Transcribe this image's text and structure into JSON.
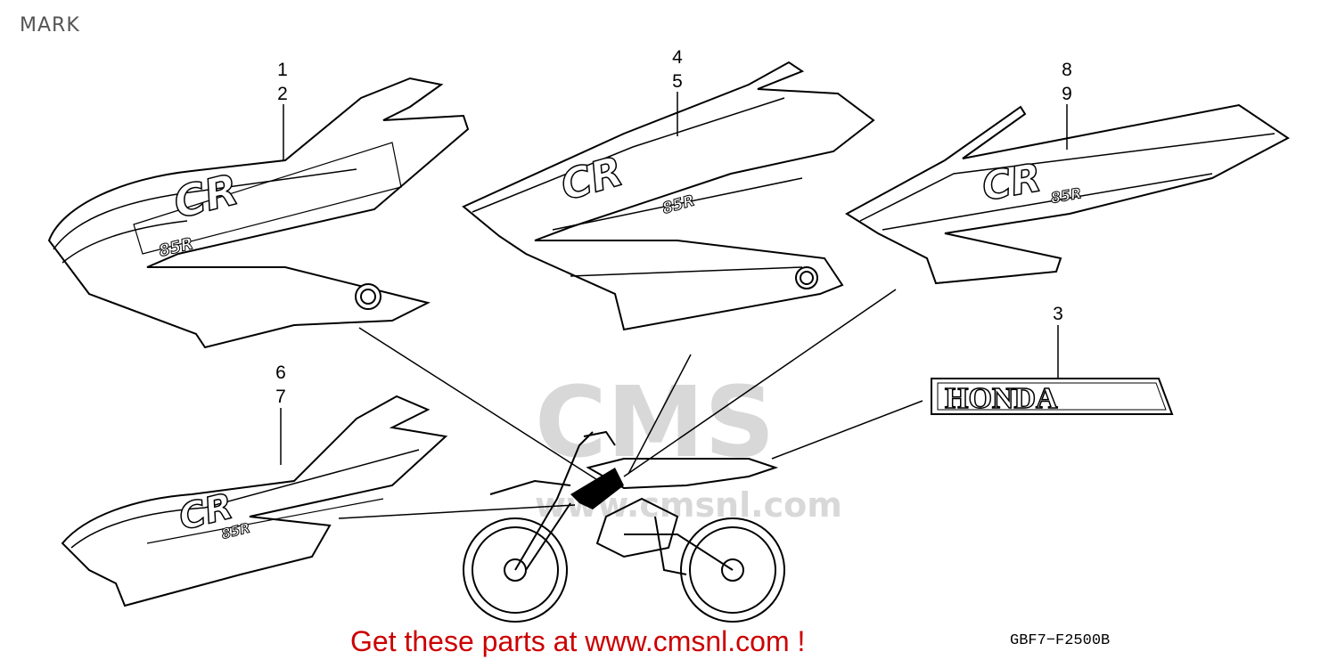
{
  "header": {
    "title": "MARK"
  },
  "callouts": {
    "c1": "1",
    "c2": "2",
    "c3": "3",
    "c4": "4",
    "c5": "5",
    "c6": "6",
    "c7": "7",
    "c8": "8",
    "c9": "9"
  },
  "decals": {
    "model_text": "CR",
    "sub_text": "85R",
    "brand_text": "HONDA"
  },
  "watermark": {
    "logo": "CMS",
    "url": "www.cmsnl.com"
  },
  "footer": {
    "link_text": "Get these parts at www.cmsnl.com !",
    "diagram_code": "GBF7−F2500B"
  },
  "colors": {
    "link": "#cc0000",
    "ink": "#000000",
    "watermark": "#d8d8d8"
  }
}
